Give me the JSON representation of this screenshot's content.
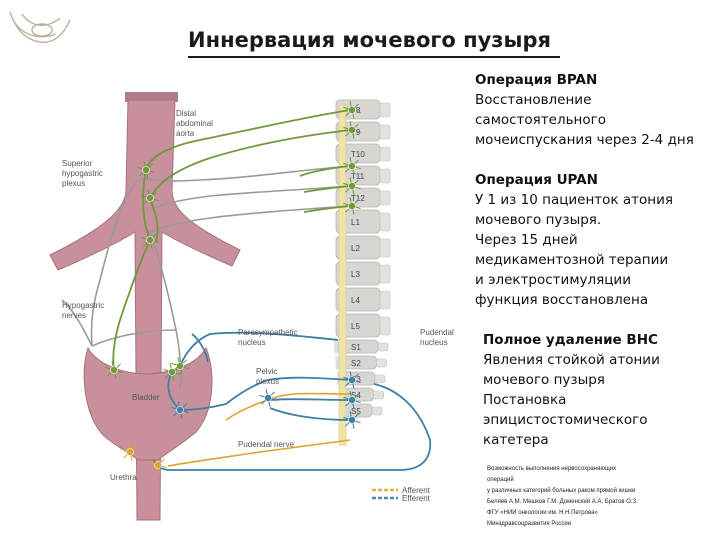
{
  "title": "Иннервация мочевого пузыря",
  "blocks": [
    {
      "head": "Операция BPAN",
      "lines": [
        "Восстановление",
        "самостоятельного",
        "мочеиспускания через 2-4 дня"
      ]
    },
    {
      "head": "Операция UPAN",
      "lines": [
        "У 1 из 10 пациенток атония",
        "мочевого пузыря.",
        "Через 15 дней",
        "медикаментозной терапии",
        "и электростимуляции",
        "функция восстановлена"
      ]
    },
    {
      "head": "Полное удаление ВНС",
      "lines": [
        "Явления стойкой атонии",
        "мочевого пузыря",
        "Постановка",
        "эпицистостомического",
        "катетера"
      ]
    }
  ],
  "credits": [
    "Возможность выполнения нервосохраняющих",
    "операций",
    "у различных категорий больных раком прямой кишки",
    "Беляев А.М. Мешков Г.М. Доменский А.А. Братов О.З.",
    "ФГУ «НИИ онкологии им. Н.Н.Петрова»",
    "Минздравсоцразвития России"
  ],
  "diagram": {
    "labels": {
      "distal_aorta": [
        "Distal",
        "abdominal",
        "aorta"
      ],
      "superior_plexus": [
        "Superior",
        "hypogastric",
        "plexus"
      ],
      "hypogastric_nerves": [
        "Hypogastric",
        "nerves"
      ],
      "parasympathetic": [
        "Parasympathetic",
        "nucleus"
      ],
      "pudendal_nucleus": [
        "Pudendal",
        "nucleus"
      ],
      "pelvic_plexus": [
        "Pelvic",
        "plexus"
      ],
      "bladder": "Bladder",
      "pudendal_nerve": "Pudendal nerve",
      "urethra": "Urethra",
      "afferent": "Afferent",
      "efferent": "Efferent"
    },
    "vertebrae": [
      "T8",
      "T9",
      "T10",
      "T11",
      "T12",
      "L1",
      "L2",
      "L3",
      "L4",
      "L5",
      "S1",
      "S2",
      "S3",
      "S4",
      "S5"
    ],
    "colors": {
      "vessel": "#c7909c",
      "vessel_dark": "#a8707c",
      "bone": "#d8d6d2",
      "nerve_green": "#6f9a3c",
      "nerve_grey": "#9a9a9a",
      "nerve_blue": "#3f7fa6",
      "nerve_orange": "#e0a030",
      "afferent": "#e3b23a",
      "efferent": "#4f86b4"
    }
  }
}
